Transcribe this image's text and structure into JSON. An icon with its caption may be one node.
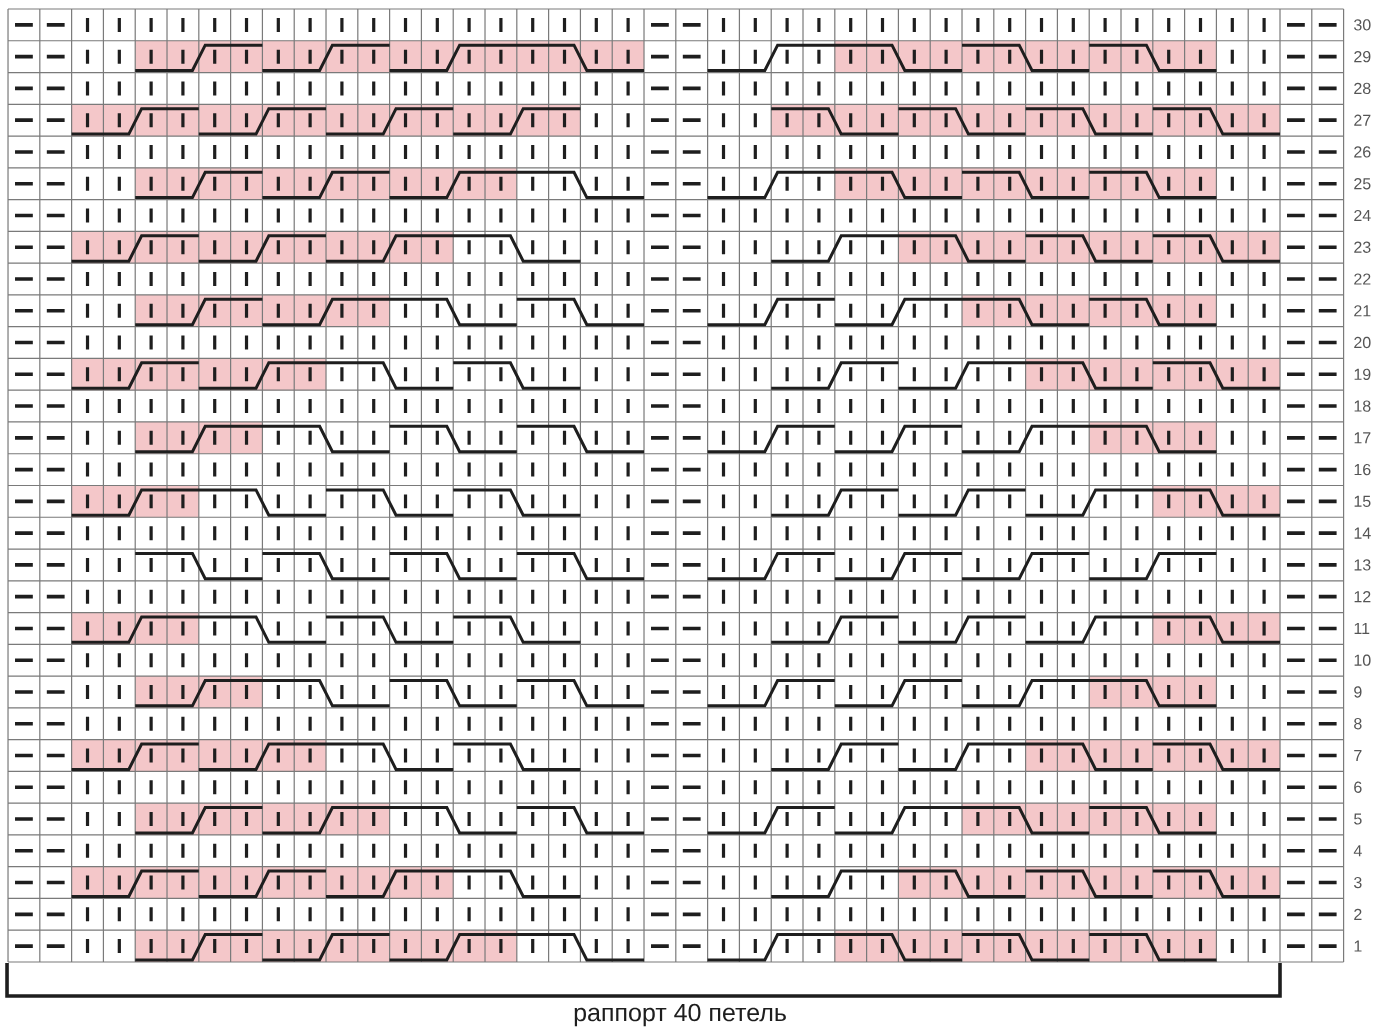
{
  "diagram": {
    "labels": [
      "30",
      "29",
      "28",
      "27",
      "26",
      "25",
      "24",
      "23",
      "22",
      "21",
      "20",
      "19",
      "18",
      "17",
      "16",
      "15",
      "14",
      "13",
      "12",
      "11",
      "10",
      "9",
      "8",
      "7",
      "6",
      "5",
      "4",
      "3",
      "2",
      "1",
      "раппорт 40 петель"
    ]
  }
}
